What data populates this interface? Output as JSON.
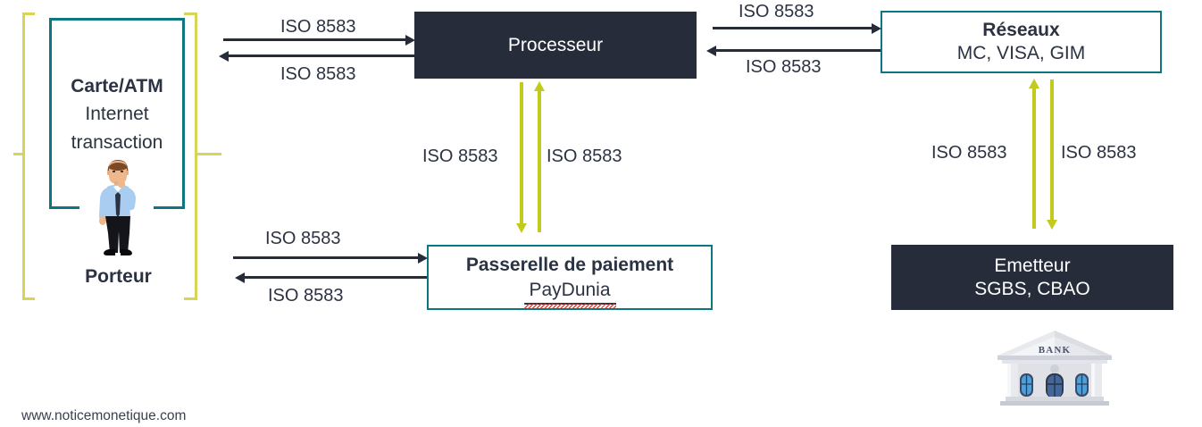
{
  "page": {
    "title": "Schema de transaction ISO 8583",
    "footer_url": "www.noticemonetique.com",
    "background": "#ffffff"
  },
  "colors": {
    "dark_box": "#262c3a",
    "teal_border": "#0c7780",
    "olive_arrow": "#c2cb1b",
    "yellow_bracket": "#d7d45a",
    "dark_arrow": "#262c3a",
    "text": "#2b3242",
    "spellcheck_red": "#e23b2e"
  },
  "nodes": {
    "cardholder": {
      "title": "Carte/ATM",
      "line2": "Internet",
      "line3": "transaction",
      "caption": "Porteur",
      "icon": "businessman-icon",
      "style": "teal-partial-frame"
    },
    "processor": {
      "title": "Processeur",
      "style": "dark-filled"
    },
    "networks": {
      "title": "Réseaux",
      "subtitle": "MC, VISA, GIM",
      "style": "teal-outline"
    },
    "gateway": {
      "title": "Passerelle de paiement",
      "subtitle": "PayDunia",
      "subtitle_spellchecked": true,
      "style": "teal-outline"
    },
    "issuer": {
      "title": "Emetteur",
      "subtitle": "SGBS, CBAO",
      "style": "dark-filled",
      "icon": "bank-icon",
      "icon_label": "BANK"
    }
  },
  "flows": {
    "protocol_label": "ISO 8583",
    "links": [
      {
        "id": "cardholder-to-processor",
        "label": "ISO 8583",
        "direction": "right",
        "orientation": "horizontal",
        "color": "#262c3a"
      },
      {
        "id": "processor-to-cardholder",
        "label": "ISO 8583",
        "direction": "left",
        "orientation": "horizontal",
        "color": "#262c3a"
      },
      {
        "id": "processor-to-networks",
        "label": "ISO 8583",
        "direction": "right",
        "orientation": "horizontal",
        "color": "#262c3a"
      },
      {
        "id": "networks-to-processor",
        "label": "ISO 8583",
        "direction": "left",
        "orientation": "horizontal",
        "color": "#262c3a"
      },
      {
        "id": "cardholder-to-gateway",
        "label": "ISO 8583",
        "direction": "right",
        "orientation": "horizontal",
        "color": "#262c3a"
      },
      {
        "id": "gateway-to-cardholder",
        "label": "ISO 8583",
        "direction": "left",
        "orientation": "horizontal",
        "color": "#262c3a"
      },
      {
        "id": "processor-to-gateway",
        "label": "ISO 8583",
        "direction": "down",
        "orientation": "vertical",
        "color": "#c2cb1b"
      },
      {
        "id": "gateway-to-processor",
        "label": "ISO 8583",
        "direction": "up",
        "orientation": "vertical",
        "color": "#c2cb1b"
      },
      {
        "id": "issuer-to-networks",
        "label": "ISO 8583",
        "direction": "up",
        "orientation": "vertical",
        "color": "#c2cb1b"
      },
      {
        "id": "networks-to-issuer",
        "label": "ISO 8583",
        "direction": "down",
        "orientation": "vertical",
        "color": "#c2cb1b"
      }
    ]
  }
}
